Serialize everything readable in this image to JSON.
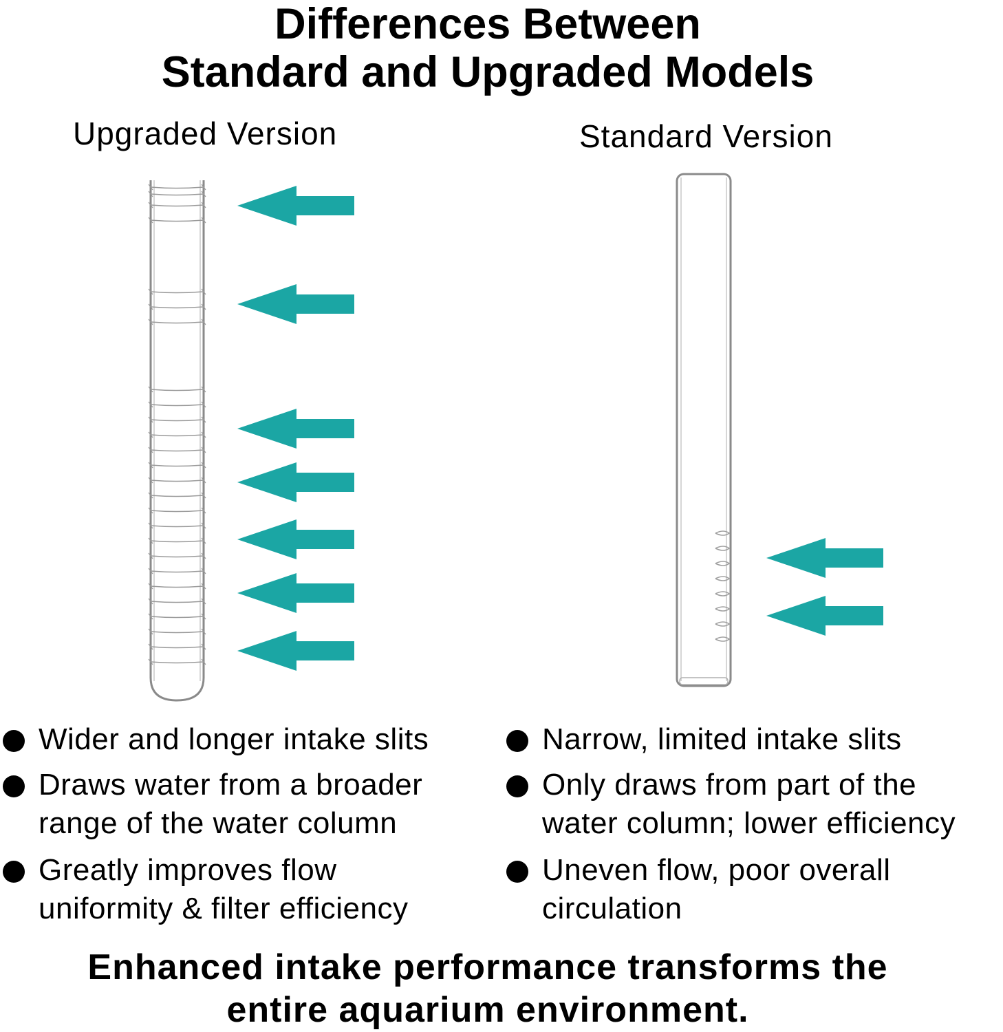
{
  "title": {
    "line1": "Differences Between",
    "line2": "Standard and Upgraded Models"
  },
  "labels": {
    "upgraded": "Upgraded Version",
    "standard": "Standard Version"
  },
  "colors": {
    "arrow": "#1BA6A4",
    "tube_outline": "#8A8A8A",
    "text": "#000000"
  },
  "icons": {
    "upgraded_tube": "upgraded-intake-tube-icon",
    "standard_tube": "standard-intake-tube-icon",
    "arrow": "intake-arrow-icon",
    "bullet": "bullet-dot-icon"
  },
  "upgraded": {
    "arrow_count": 7,
    "bullets": [
      {
        "lines": [
          "Wider and longer intake slits"
        ]
      },
      {
        "lines": [
          "Draws water from a broader",
          "range of the water column"
        ]
      },
      {
        "lines": [
          "Greatly improves flow",
          "uniformity & filter efficiency"
        ]
      }
    ]
  },
  "standard": {
    "arrow_count": 2,
    "bullets": [
      {
        "lines": [
          "Narrow, limited intake slits"
        ]
      },
      {
        "lines": [
          "Only draws from part of the",
          "water column; lower efficiency"
        ]
      },
      {
        "lines": [
          "Uneven flow, poor overall",
          "circulation"
        ]
      }
    ]
  },
  "footer": {
    "line1": "Enhanced intake performance transforms the",
    "line2": "entire aquarium environment."
  }
}
